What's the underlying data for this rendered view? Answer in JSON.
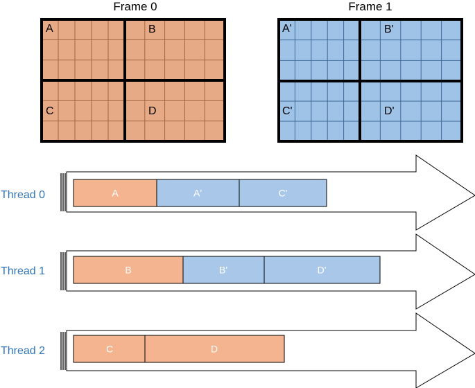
{
  "frames": [
    {
      "title": "Frame 0",
      "fill": "#e7aa86",
      "grid_color": "#a0653e",
      "quadrants": [
        "A",
        "B",
        "C",
        "D"
      ]
    },
    {
      "title": "Frame 1",
      "fill": "#9fc2e7",
      "grid_color": "#3e6a97",
      "quadrants": [
        "A'",
        "B'",
        "C'",
        "D'"
      ]
    }
  ],
  "threads": [
    {
      "label": "Thread 0",
      "blocks": [
        {
          "text": "A",
          "kind": "frame0"
        },
        {
          "text": "A'",
          "kind": "frame1"
        },
        {
          "text": "C'",
          "kind": "frame1"
        }
      ]
    },
    {
      "label": "Thread 1",
      "blocks": [
        {
          "text": "B",
          "kind": "frame0"
        },
        {
          "text": "B'",
          "kind": "frame1"
        },
        {
          "text": "D'",
          "kind": "frame1"
        }
      ]
    },
    {
      "label": "Thread 2",
      "blocks": [
        {
          "text": "C",
          "kind": "frame0"
        },
        {
          "text": "D",
          "kind": "frame0"
        }
      ]
    }
  ],
  "colors": {
    "frame0_block": "#f4b48f",
    "frame1_block": "#a9c8e9",
    "thread_label": "#2f75b5"
  }
}
